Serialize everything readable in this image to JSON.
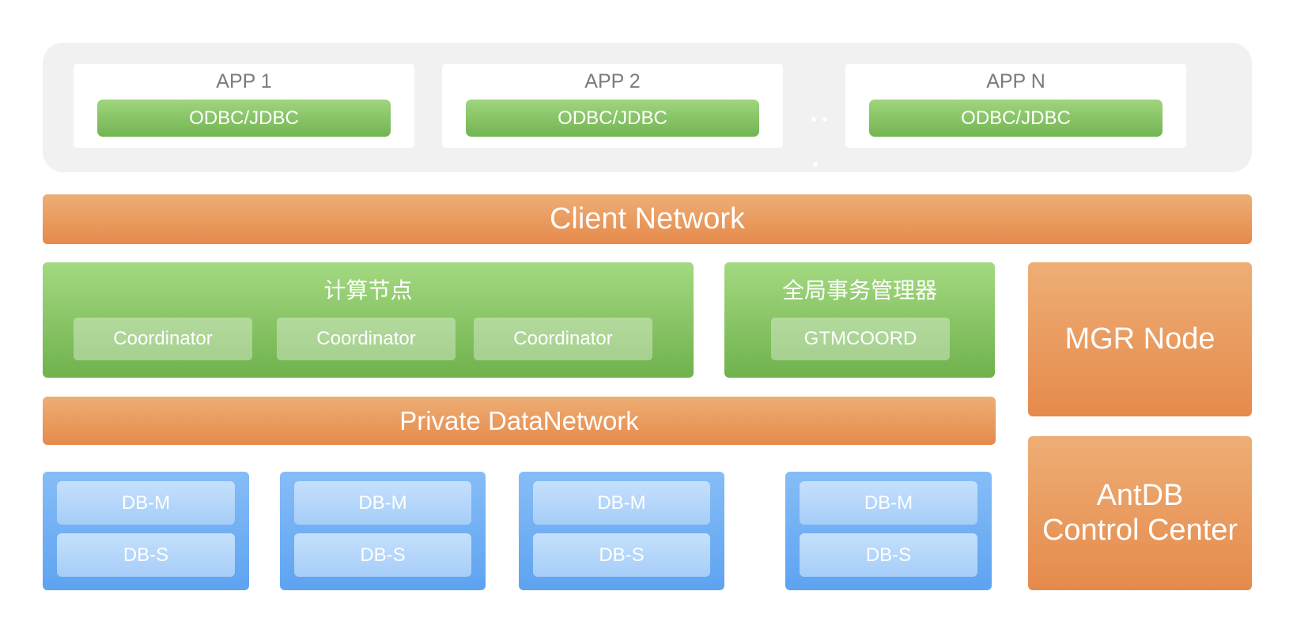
{
  "apps": [
    {
      "title": "APP 1",
      "driver": "ODBC/JDBC"
    },
    {
      "title": "APP 2",
      "driver": "ODBC/JDBC"
    },
    {
      "title": "APP N",
      "driver": "ODBC/JDBC"
    }
  ],
  "client_network": "Client Network",
  "compute": {
    "title": "计算节点",
    "nodes": [
      "Coordinator",
      "Coordinator",
      "Coordinator"
    ]
  },
  "gtm": {
    "title": "全局事务管理器",
    "node": "GTMCOORD"
  },
  "mgr_node": "MGR Node",
  "private_network": "Private DataNetwork",
  "db_groups": [
    {
      "master": "DB-M",
      "slave": "DB-S"
    },
    {
      "master": "DB-M",
      "slave": "DB-S"
    },
    {
      "master": "DB-M",
      "slave": "DB-S"
    },
    {
      "master": "DB-M",
      "slave": "DB-S"
    }
  ],
  "control_center": {
    "line1": "AntDB",
    "line2": "Control Center"
  },
  "colors": {
    "green_top": "#a4d982",
    "green_bottom": "#6fb24c",
    "orange_top": "#edae75",
    "orange_bottom": "#e68a4c",
    "blue_top": "#86bdf7",
    "blue_bottom": "#5ea3f1"
  }
}
